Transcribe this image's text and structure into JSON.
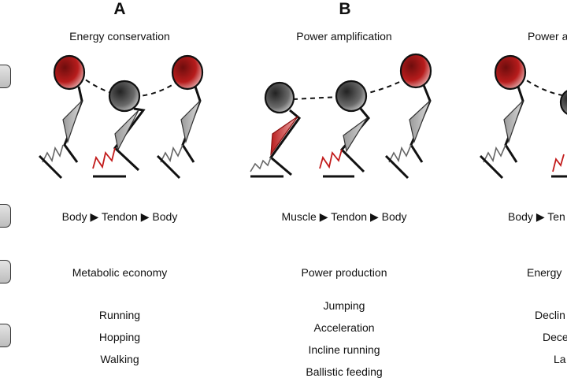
{
  "panels": [
    {
      "letter": "A",
      "title": "Energy conservation",
      "flow": [
        "Body",
        "Tendon",
        "Body"
      ],
      "outcome": "Metabolic economy",
      "examples": [
        "Running",
        "Hopping",
        "Walking"
      ]
    },
    {
      "letter": "B",
      "title": "Power amplification",
      "flow": [
        "Muscle",
        "Tendon",
        "Body"
      ],
      "outcome": "Power production",
      "examples": [
        "Jumping",
        "Acceleration",
        "Incline running",
        "Ballistic feeding"
      ]
    },
    {
      "letter": "",
      "title": "Power a",
      "flow": [
        "Body",
        "Ten"
      ],
      "outcome": "Energy",
      "examples": [
        "Declin",
        "Dece",
        "La"
      ]
    }
  ],
  "arrow_glyph": "▶",
  "colors": {
    "red": "#cc1f1f",
    "grey": "#555555",
    "light_grey": "#c8c8c8",
    "line": "#111111"
  }
}
